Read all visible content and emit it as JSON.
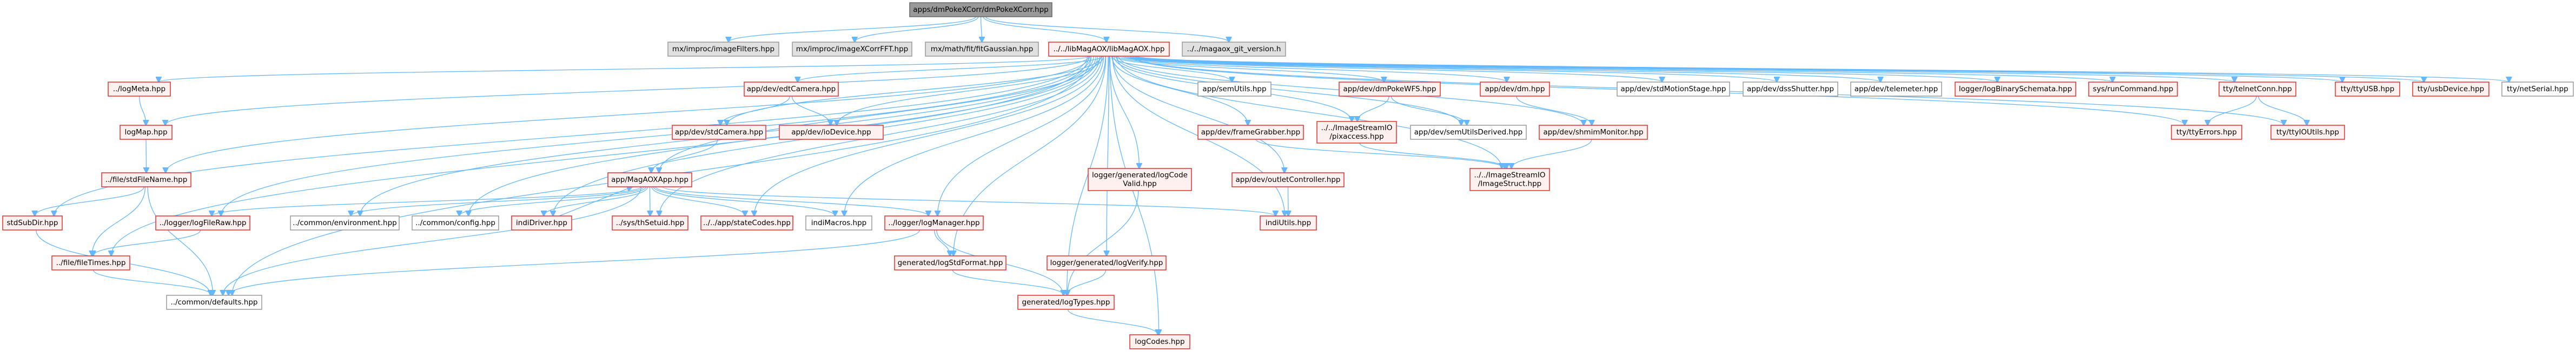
{
  "diagram": {
    "type": "include-dependency-graph",
    "colors": {
      "root_fill": "#999999",
      "root_border": "#666666",
      "external_fill": "#e0e0e0",
      "external_border": "#999999",
      "documented_fill": "#fff0f0",
      "documented_border": "#e3302f",
      "plain_fill": "#ffffff",
      "plain_border": "#999999",
      "edge": "#63b8ff"
    },
    "nodes": [
      {
        "id": "root",
        "label": "apps/dmPokeXCorr/dmPokeXCorr.hpp",
        "kind": "root"
      },
      {
        "id": "imageFilters",
        "label": "mx/improc/imageFilters.hpp",
        "kind": "external"
      },
      {
        "id": "imageXCorrFFT",
        "label": "mx/improc/imageXCorrFFT.hpp",
        "kind": "external"
      },
      {
        "id": "fitGaussian",
        "label": "mx/math/fit/fitGaussian.hpp",
        "kind": "external"
      },
      {
        "id": "libMagAOX",
        "label": "../../libMagAOX/libMagAOX.hpp",
        "kind": "documented"
      },
      {
        "id": "gitVersion",
        "label": "../../magaox_git_version.h",
        "kind": "external"
      },
      {
        "id": "logMeta",
        "label": "../logMeta.hpp",
        "kind": "documented"
      },
      {
        "id": "logMap",
        "label": "logMap.hpp",
        "kind": "documented"
      },
      {
        "id": "stdFileName",
        "label": "../file/stdFileName.hpp",
        "kind": "documented"
      },
      {
        "id": "stdSubDir",
        "label": "stdSubDir.hpp",
        "kind": "documented"
      },
      {
        "id": "logFileRaw",
        "label": "../logger/logFileRaw.hpp",
        "kind": "documented"
      },
      {
        "id": "fileTimes",
        "label": "../file/fileTimes.hpp",
        "kind": "documented"
      },
      {
        "id": "defaults",
        "label": "../common/defaults.hpp",
        "kind": "plain"
      },
      {
        "id": "environment",
        "label": "../common/environment.hpp",
        "kind": "plain"
      },
      {
        "id": "config",
        "label": "../common/config.hpp",
        "kind": "plain"
      },
      {
        "id": "indiDriver",
        "label": "indiDriver.hpp",
        "kind": "documented"
      },
      {
        "id": "thSetuid",
        "label": "../sys/thSetuid.hpp",
        "kind": "documented"
      },
      {
        "id": "stateCodes",
        "label": "../../app/stateCodes.hpp",
        "kind": "documented"
      },
      {
        "id": "indiMacros",
        "label": "indiMacros.hpp",
        "kind": "plain"
      },
      {
        "id": "logManager",
        "label": "../logger/logManager.hpp",
        "kind": "documented"
      },
      {
        "id": "logStdFormat",
        "label": "generated/logStdFormat.hpp",
        "kind": "documented"
      },
      {
        "id": "logVerify",
        "label": "logger/generated/logVerify.hpp",
        "kind": "documented"
      },
      {
        "id": "logTypes",
        "label": "generated/logTypes.hpp",
        "kind": "documented"
      },
      {
        "id": "logCodes",
        "label": "logCodes.hpp",
        "kind": "documented"
      },
      {
        "id": "edtCamera",
        "label": "app/dev/edtCamera.hpp",
        "kind": "documented"
      },
      {
        "id": "stdCamera",
        "label": "app/dev/stdCamera.hpp",
        "kind": "documented"
      },
      {
        "id": "ioDevice",
        "label": "app/dev/ioDevice.hpp",
        "kind": "documented"
      },
      {
        "id": "MagAOXApp",
        "label": "app/MagAOXApp.hpp",
        "kind": "documented"
      },
      {
        "id": "semUtils",
        "label": "app/semUtils.hpp",
        "kind": "plain"
      },
      {
        "id": "frameGrabber",
        "label": "app/dev/frameGrabber.hpp",
        "kind": "documented"
      },
      {
        "id": "logCodeValid",
        "label": "logger/generated/logCode\nValid.hpp",
        "kind": "documented"
      },
      {
        "id": "outletController",
        "label": "app/dev/outletController.hpp",
        "kind": "documented"
      },
      {
        "id": "indiUtils",
        "label": "indiUtils.hpp",
        "kind": "documented"
      },
      {
        "id": "dmPokeWFS",
        "label": "app/dev/dmPokeWFS.hpp",
        "kind": "documented"
      },
      {
        "id": "pixaccess",
        "label": "../../ImageStreamIO\n/pixaccess.hpp",
        "kind": "documented"
      },
      {
        "id": "semUtilsDerived",
        "label": "app/dev/semUtilsDerived.hpp",
        "kind": "plain"
      },
      {
        "id": "dm",
        "label": "app/dev/dm.hpp",
        "kind": "documented"
      },
      {
        "id": "shmimMonitor",
        "label": "app/dev/shmimMonitor.hpp",
        "kind": "documented"
      },
      {
        "id": "ImageStruct",
        "label": "../../ImageStreamIO\n/ImageStruct.hpp",
        "kind": "documented"
      },
      {
        "id": "stdMotionStage",
        "label": "app/dev/stdMotionStage.hpp",
        "kind": "plain"
      },
      {
        "id": "dssShutter",
        "label": "app/dev/dssShutter.hpp",
        "kind": "plain"
      },
      {
        "id": "telemeter",
        "label": "app/dev/telemeter.hpp",
        "kind": "plain"
      },
      {
        "id": "logBinarySchemata",
        "label": "logger/logBinarySchemata.hpp",
        "kind": "documented"
      },
      {
        "id": "runCommand",
        "label": "sys/runCommand.hpp",
        "kind": "documented"
      },
      {
        "id": "telnetConn",
        "label": "tty/telnetConn.hpp",
        "kind": "documented"
      },
      {
        "id": "ttyErrors",
        "label": "tty/ttyErrors.hpp",
        "kind": "documented"
      },
      {
        "id": "ttyIOUtils",
        "label": "tty/ttyIOUtils.hpp",
        "kind": "documented"
      },
      {
        "id": "ttyUSB",
        "label": "tty/ttyUSB.hpp",
        "kind": "documented"
      },
      {
        "id": "usbDevice",
        "label": "tty/usbDevice.hpp",
        "kind": "documented"
      },
      {
        "id": "netSerial",
        "label": "tty/netSerial.hpp",
        "kind": "plain"
      }
    ],
    "edges": [
      [
        "root",
        "imageFilters"
      ],
      [
        "root",
        "imageXCorrFFT"
      ],
      [
        "root",
        "fitGaussian"
      ],
      [
        "root",
        "libMagAOX"
      ],
      [
        "root",
        "gitVersion"
      ],
      [
        "libMagAOX",
        "logMeta"
      ],
      [
        "libMagAOX",
        "logMap"
      ],
      [
        "libMagAOX",
        "stdFileName"
      ],
      [
        "libMagAOX",
        "stdSubDir"
      ],
      [
        "libMagAOX",
        "fileTimes"
      ],
      [
        "libMagAOX",
        "logFileRaw"
      ],
      [
        "libMagAOX",
        "defaults"
      ],
      [
        "libMagAOX",
        "edtCamera"
      ],
      [
        "libMagAOX",
        "stdCamera"
      ],
      [
        "libMagAOX",
        "ioDevice"
      ],
      [
        "libMagAOX",
        "MagAOXApp"
      ],
      [
        "libMagAOX",
        "environment"
      ],
      [
        "libMagAOX",
        "config"
      ],
      [
        "libMagAOX",
        "indiDriver"
      ],
      [
        "libMagAOX",
        "thSetuid"
      ],
      [
        "libMagAOX",
        "stateCodes"
      ],
      [
        "libMagAOX",
        "indiMacros"
      ],
      [
        "libMagAOX",
        "logManager"
      ],
      [
        "libMagAOX",
        "logStdFormat"
      ],
      [
        "libMagAOX",
        "logTypes"
      ],
      [
        "libMagAOX",
        "logCodes"
      ],
      [
        "libMagAOX",
        "logCodeValid"
      ],
      [
        "libMagAOX",
        "logVerify"
      ],
      [
        "libMagAOX",
        "semUtils"
      ],
      [
        "libMagAOX",
        "frameGrabber"
      ],
      [
        "libMagAOX",
        "outletController"
      ],
      [
        "libMagAOX",
        "indiUtils"
      ],
      [
        "libMagAOX",
        "dmPokeWFS"
      ],
      [
        "libMagAOX",
        "pixaccess"
      ],
      [
        "libMagAOX",
        "semUtilsDerived"
      ],
      [
        "libMagAOX",
        "dm"
      ],
      [
        "libMagAOX",
        "shmimMonitor"
      ],
      [
        "libMagAOX",
        "ImageStruct"
      ],
      [
        "libMagAOX",
        "stdMotionStage"
      ],
      [
        "libMagAOX",
        "dssShutter"
      ],
      [
        "libMagAOX",
        "telemeter"
      ],
      [
        "libMagAOX",
        "logBinarySchemata"
      ],
      [
        "libMagAOX",
        "runCommand"
      ],
      [
        "libMagAOX",
        "telnetConn"
      ],
      [
        "libMagAOX",
        "ttyErrors"
      ],
      [
        "libMagAOX",
        "ttyIOUtils"
      ],
      [
        "libMagAOX",
        "ttyUSB"
      ],
      [
        "libMagAOX",
        "usbDevice"
      ],
      [
        "libMagAOX",
        "netSerial"
      ],
      [
        "logMeta",
        "logMap"
      ],
      [
        "logMap",
        "stdFileName"
      ],
      [
        "stdFileName",
        "stdSubDir"
      ],
      [
        "stdFileName",
        "fileTimes"
      ],
      [
        "stdFileName",
        "defaults"
      ],
      [
        "stdSubDir",
        "defaults"
      ],
      [
        "logFileRaw",
        "fileTimes"
      ],
      [
        "fileTimes",
        "defaults"
      ],
      [
        "edtCamera",
        "stdCamera"
      ],
      [
        "edtCamera",
        "ioDevice"
      ],
      [
        "stdCamera",
        "MagAOXApp"
      ],
      [
        "MagAOXApp",
        "logFileRaw"
      ],
      [
        "MagAOXApp",
        "environment"
      ],
      [
        "MagAOXApp",
        "config"
      ],
      [
        "MagAOXApp",
        "indiDriver"
      ],
      [
        "MagAOXApp",
        "thSetuid"
      ],
      [
        "MagAOXApp",
        "stateCodes"
      ],
      [
        "MagAOXApp",
        "indiMacros"
      ],
      [
        "MagAOXApp",
        "logManager"
      ],
      [
        "MagAOXApp",
        "indiUtils"
      ],
      [
        "MagAOXApp",
        "defaults"
      ],
      [
        "indiDriver",
        "MagAOXApp"
      ],
      [
        "logManager",
        "logStdFormat"
      ],
      [
        "logManager",
        "logTypes"
      ],
      [
        "logManager",
        "defaults"
      ],
      [
        "logStdFormat",
        "logTypes"
      ],
      [
        "logVerify",
        "logTypes"
      ],
      [
        "logCodeValid",
        "logTypes"
      ],
      [
        "logTypes",
        "logCodes"
      ],
      [
        "outletController",
        "indiUtils"
      ],
      [
        "dmPokeWFS",
        "pixaccess"
      ],
      [
        "dmPokeWFS",
        "semUtilsDerived"
      ],
      [
        "dm",
        "shmimMonitor"
      ],
      [
        "pixaccess",
        "ImageStruct"
      ],
      [
        "frameGrabber",
        "ImageStruct"
      ],
      [
        "shmimMonitor",
        "ImageStruct"
      ],
      [
        "telnetConn",
        "ttyErrors"
      ],
      [
        "telnetConn",
        "ttyIOUtils"
      ]
    ]
  }
}
